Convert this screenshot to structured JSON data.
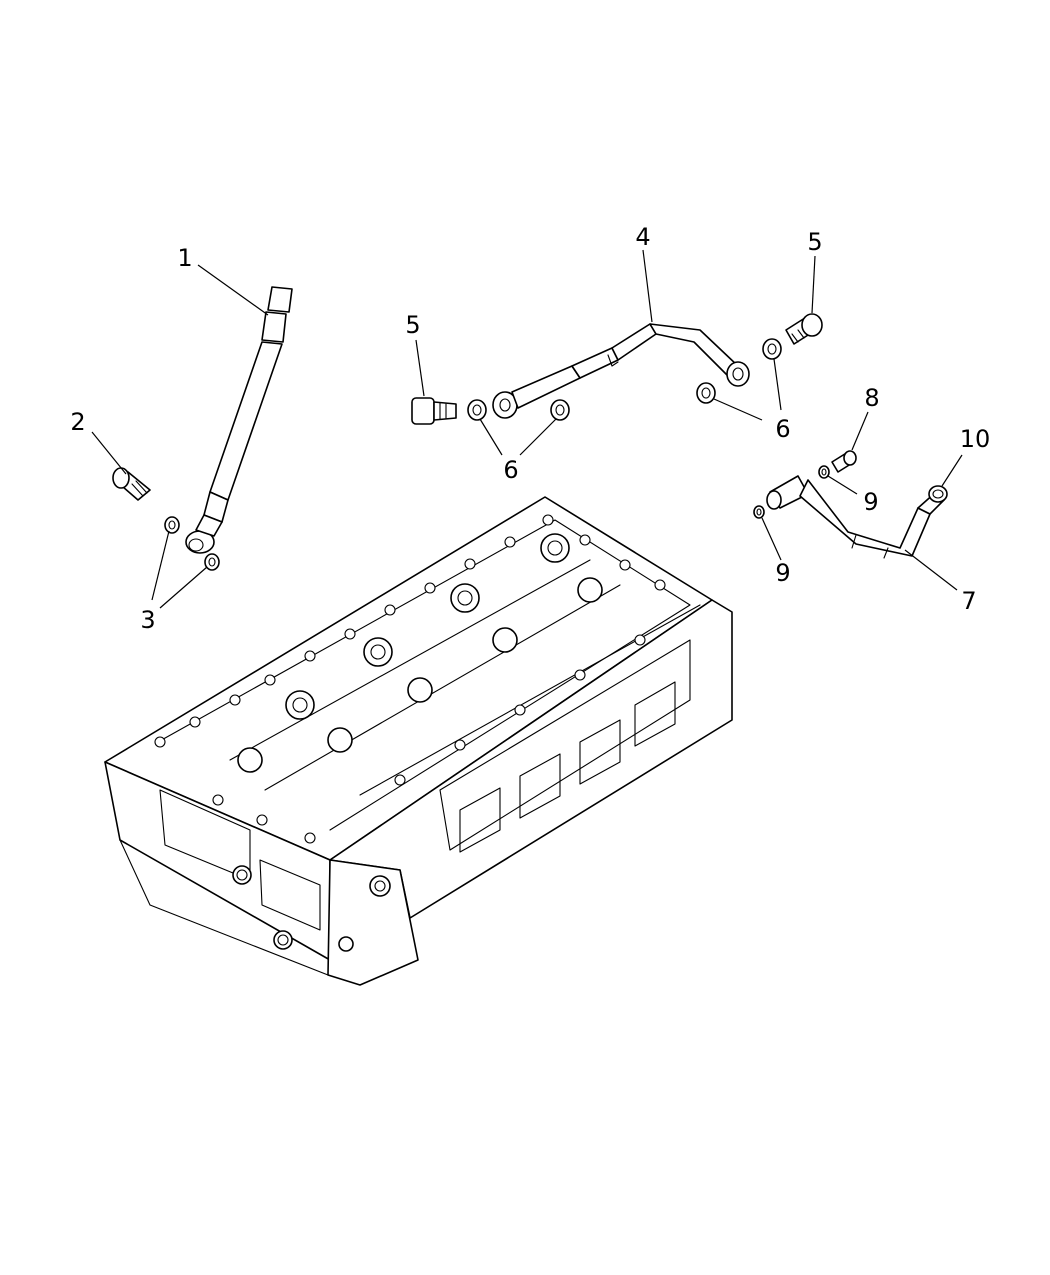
{
  "callouts": [
    {
      "id": "c1a",
      "label": "1"
    },
    {
      "id": "c2a",
      "label": "2"
    },
    {
      "id": "c3a",
      "label": "3"
    },
    {
      "id": "c4a",
      "label": "4"
    },
    {
      "id": "c5a",
      "label": "5"
    },
    {
      "id": "c5b",
      "label": "5"
    },
    {
      "id": "c6a",
      "label": "6"
    },
    {
      "id": "c6b",
      "label": "6"
    },
    {
      "id": "c7a",
      "label": "7"
    },
    {
      "id": "c8a",
      "label": "8"
    },
    {
      "id": "c9a",
      "label": "9"
    },
    {
      "id": "c9b",
      "label": "9"
    },
    {
      "id": "c10a",
      "label": "10"
    }
  ]
}
